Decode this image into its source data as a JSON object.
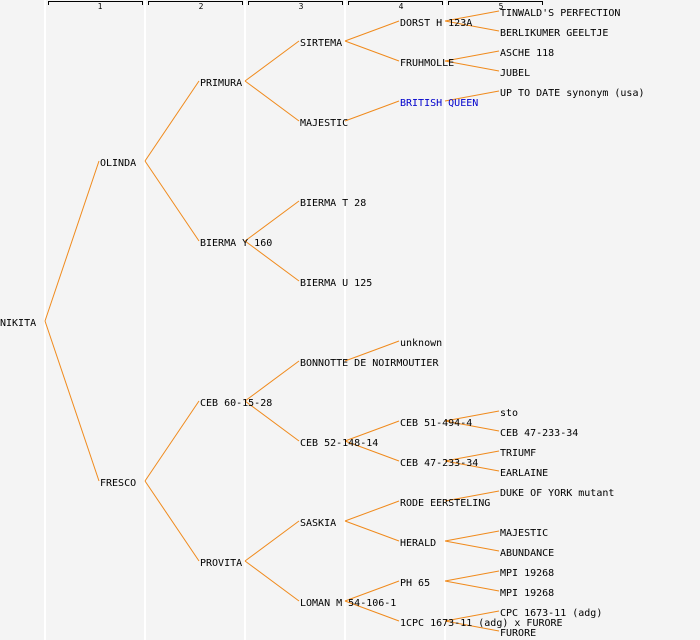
{
  "generation_headers": [
    "1",
    "2",
    "3",
    "4",
    "5"
  ],
  "colors": {
    "edge": "#f08a1c",
    "text": "#000000",
    "link": "#0000cc",
    "background": "#f4f4f4"
  },
  "root": {
    "name": "NIKITA",
    "children": [
      {
        "name": "OLINDA",
        "children": [
          {
            "name": "PRIMURA",
            "children": [
              {
                "name": "SIRTEMA",
                "children": [
                  {
                    "name": "DORST H 123A",
                    "children": [
                      {
                        "name": "TINWALD'S PERFECTION"
                      },
                      {
                        "name": "BERLIKUMER GEELTJE"
                      }
                    ]
                  },
                  {
                    "name": "FRUHMOLLE",
                    "children": [
                      {
                        "name": "ASCHE 118"
                      },
                      {
                        "name": "JUBEL"
                      }
                    ]
                  }
                ]
              },
              {
                "name": "MAJESTIC",
                "children": [
                  {
                    "name": "BRITISH QUEEN",
                    "linked": true,
                    "children": [
                      {
                        "name": "UP TO DATE synonym (usa)"
                      }
                    ]
                  }
                ]
              }
            ]
          },
          {
            "name": "BIERMA Y 160",
            "children": [
              {
                "name": "BIERMA T 28"
              },
              {
                "name": "BIERMA U 125"
              }
            ]
          }
        ]
      },
      {
        "name": "FRESCO",
        "children": [
          {
            "name": "CEB 60-15-28",
            "children": [
              {
                "name": "BONNOTTE DE NOIRMOUTIER",
                "children": [
                  {
                    "name": "unknown"
                  }
                ]
              },
              {
                "name": "CEB 52-148-14",
                "children": [
                  {
                    "name": "CEB 51-494-4",
                    "children": [
                      {
                        "name": "sto"
                      },
                      {
                        "name": "CEB 47-233-34"
                      }
                    ]
                  },
                  {
                    "name": "CEB 47-233-34",
                    "children": [
                      {
                        "name": "TRIUMF"
                      },
                      {
                        "name": "EARLAINE"
                      }
                    ]
                  }
                ]
              }
            ]
          },
          {
            "name": "PROVITA",
            "children": [
              {
                "name": "SASKIA",
                "children": [
                  {
                    "name": "RODE EERSTELING",
                    "children": [
                      {
                        "name": "DUKE OF YORK mutant"
                      }
                    ]
                  },
                  {
                    "name": "HERALD",
                    "children": [
                      {
                        "name": "MAJESTIC"
                      },
                      {
                        "name": "ABUNDANCE"
                      }
                    ]
                  }
                ]
              },
              {
                "name": "LOMAN M 54-106-1",
                "children": [
                  {
                    "name": "PH 65",
                    "children": [
                      {
                        "name": "MPI 19268"
                      },
                      {
                        "name": "MPI 19268"
                      }
                    ]
                  },
                  {
                    "name": "1CPC 1673-11 (adg) x FURORE",
                    "children": [
                      {
                        "name": "CPC 1673-11 (adg)"
                      },
                      {
                        "name": "FURORE"
                      }
                    ]
                  }
                ]
              }
            ]
          }
        ]
      }
    ]
  }
}
